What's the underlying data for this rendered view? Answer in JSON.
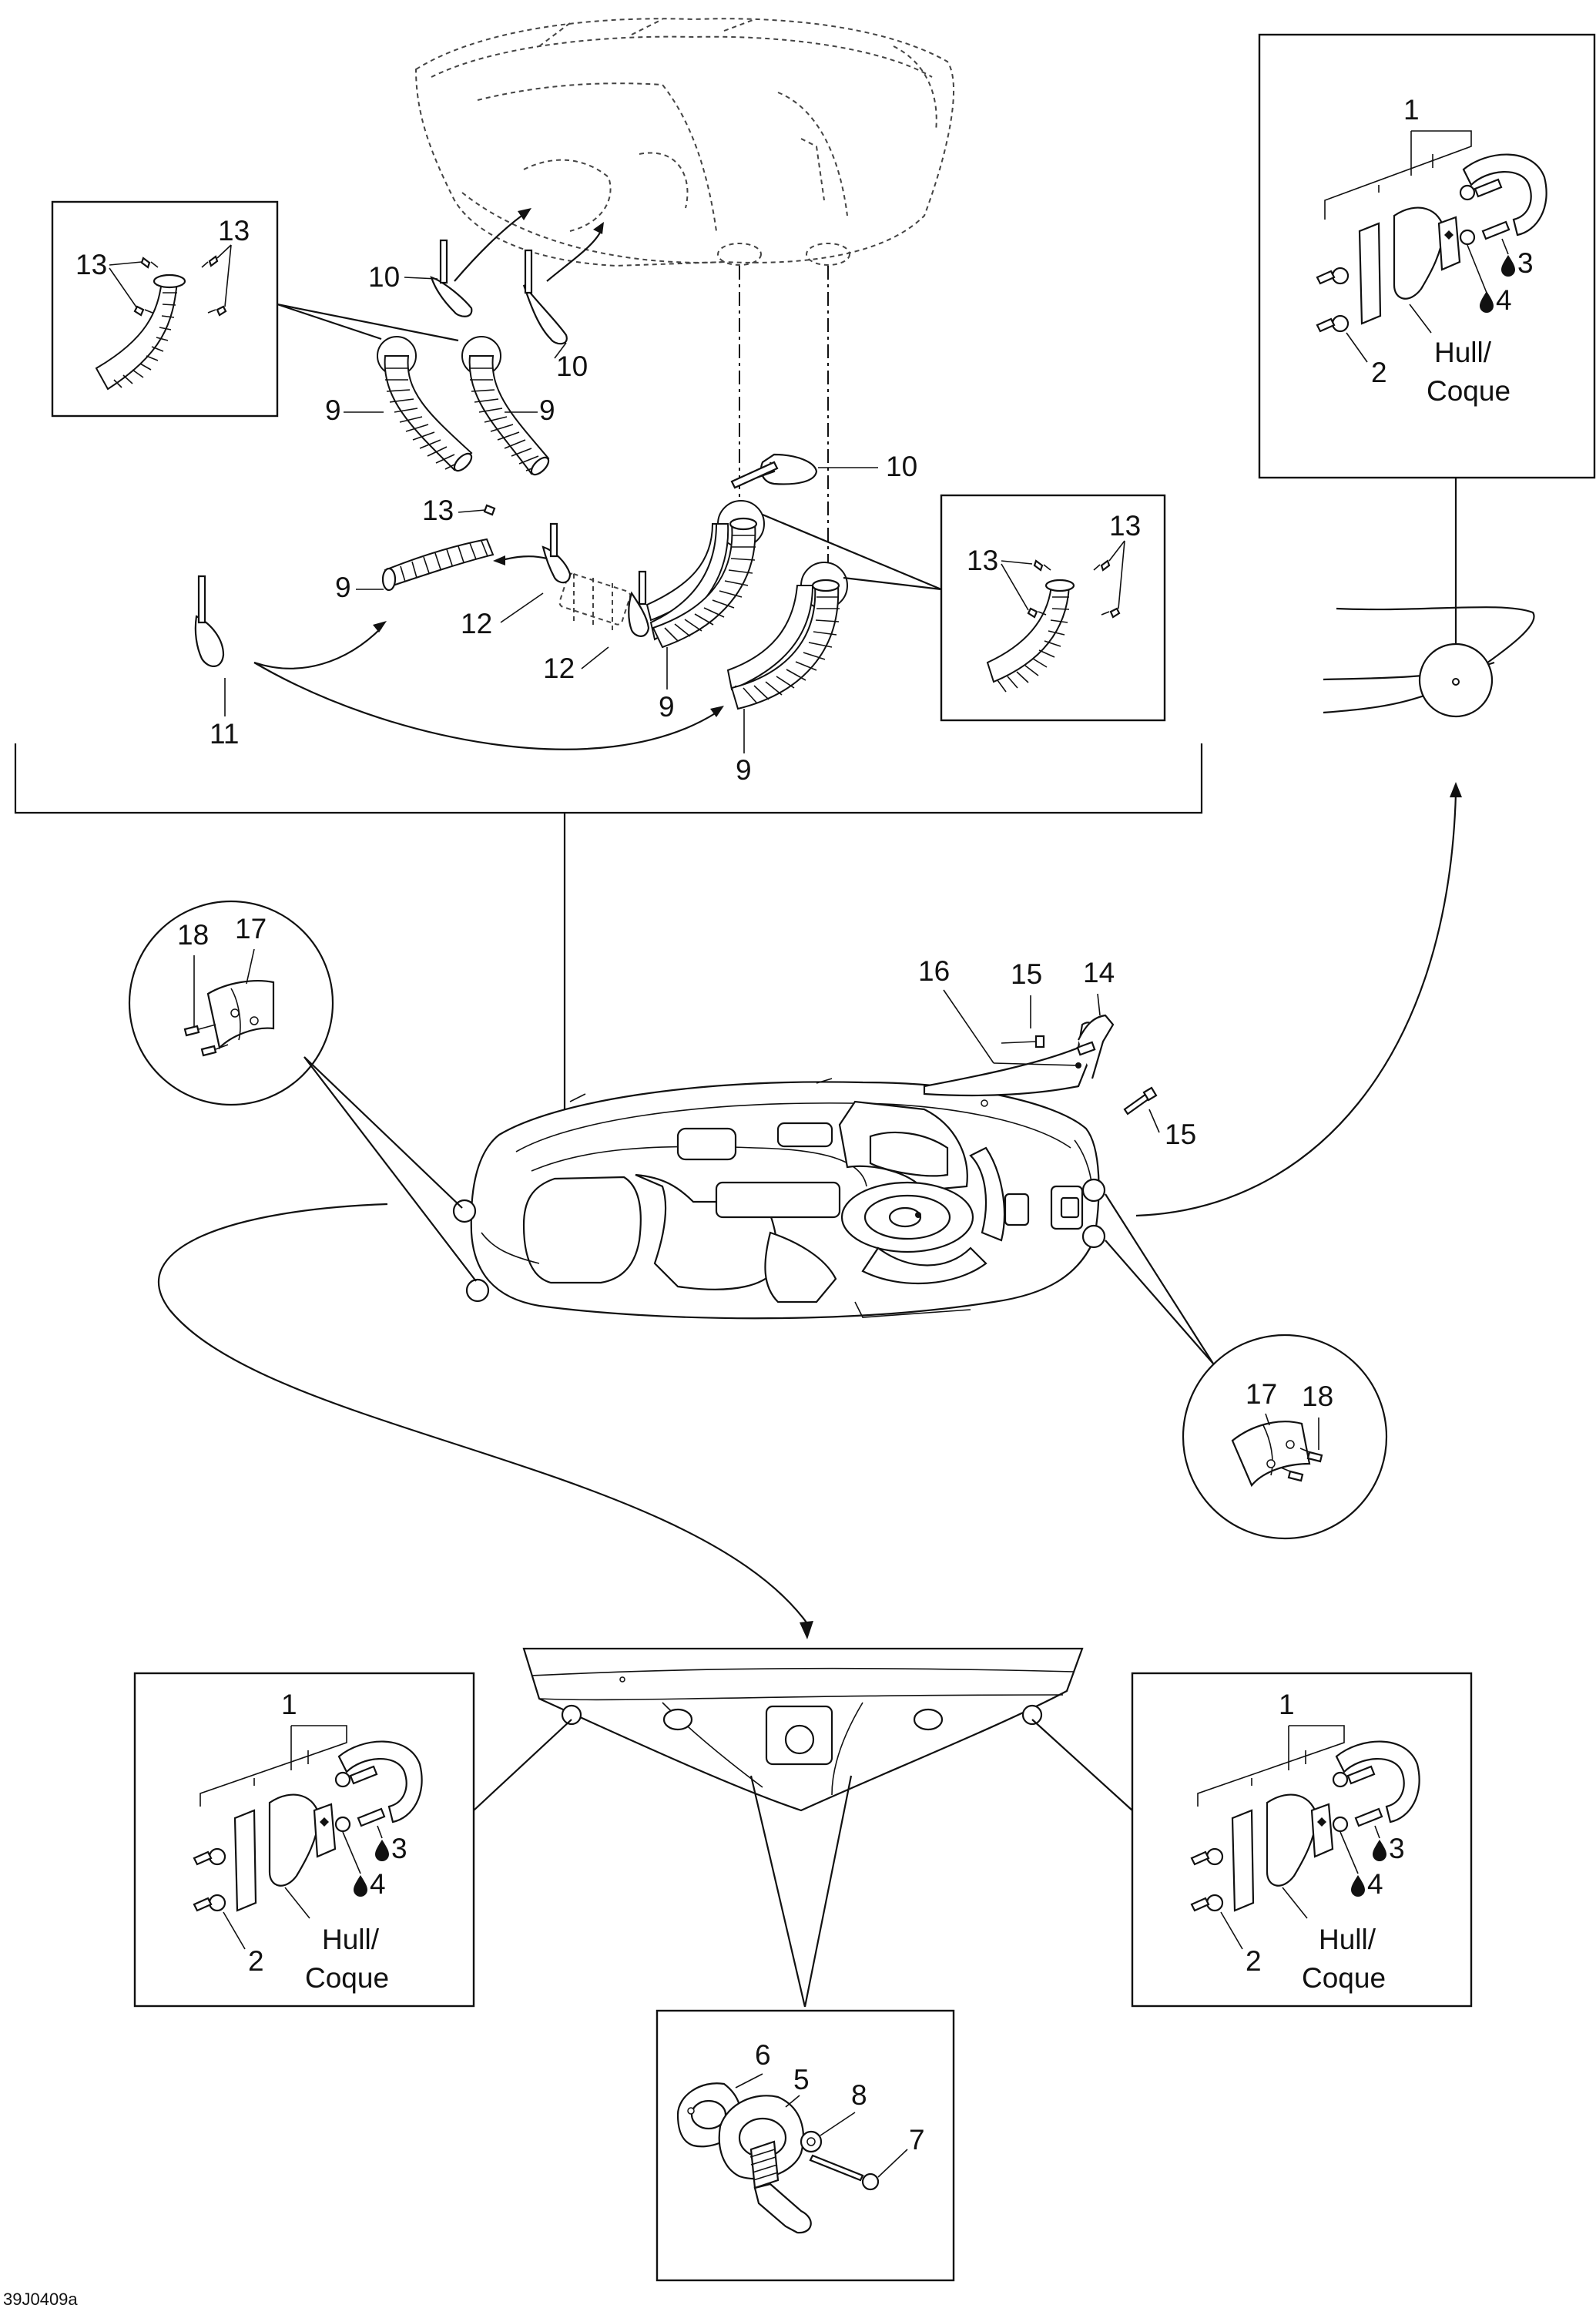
{
  "labels": {
    "n1": "1",
    "n2": "2",
    "n3": "3",
    "n4": "4",
    "n5": "5",
    "n6": "6",
    "n7": "7",
    "n8": "8",
    "n9": "9",
    "n10": "10",
    "n11": "11",
    "n12": "12",
    "n13": "13",
    "n14": "14",
    "n15": "15",
    "n16": "16",
    "n17": "17",
    "n18": "18"
  },
  "hull_caption": {
    "line1": "Hull/",
    "line2": "Coque"
  },
  "figure_code": "39J0409a",
  "icons": {
    "thread_locker": "drop-icon"
  }
}
